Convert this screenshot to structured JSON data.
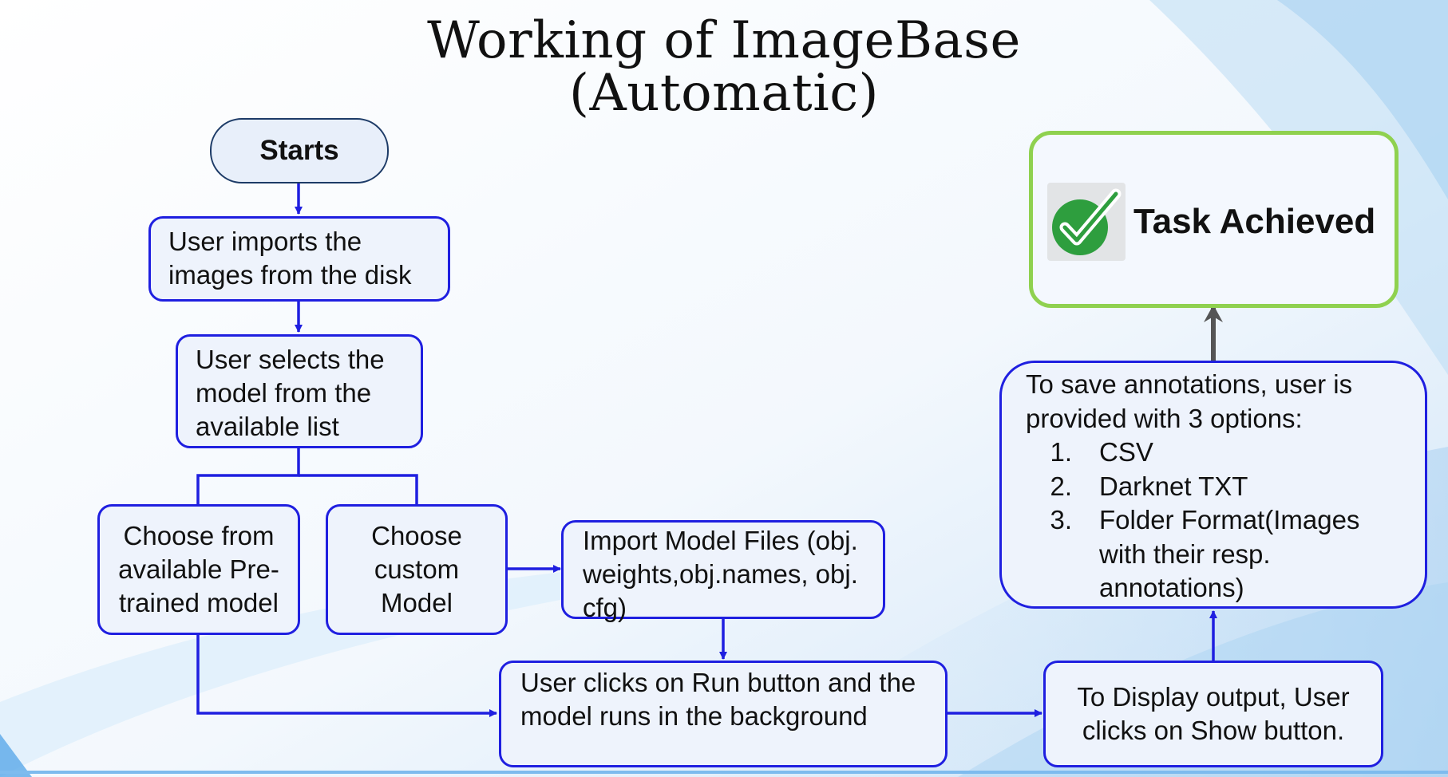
{
  "title": {
    "line1": "Working of ImageBase",
    "line2": "(Automatic)"
  },
  "nodes": {
    "start": "Starts",
    "import_images": "User imports the images from the disk",
    "select_model": "User selects the model from the available list",
    "pretrained": "Choose from available Pre-trained model",
    "custom": "Choose custom Model",
    "import_files": "Import Model Files (obj.weights,obj.names, obj.cfg)",
    "run": "User clicks on Run button and the model runs in the background",
    "display": "To Display output, User clicks on Show button.",
    "save": {
      "intro": "To save annotations, user is provided with 3 options:",
      "options": [
        {
          "num": "1.",
          "text": "CSV"
        },
        {
          "num": "2.",
          "text": "Darknet TXT"
        },
        {
          "num": "3.",
          "text": "Folder Format(Images with their resp. annotations)"
        }
      ]
    },
    "task": "Task Achieved"
  },
  "colors": {
    "box_border": "#1f1fe0",
    "start_border": "#1d3b67",
    "task_border": "#8fd14f",
    "check_green": "#2e9e3e",
    "arrow_gray": "#555555"
  },
  "icons": {
    "check": "check-icon"
  }
}
